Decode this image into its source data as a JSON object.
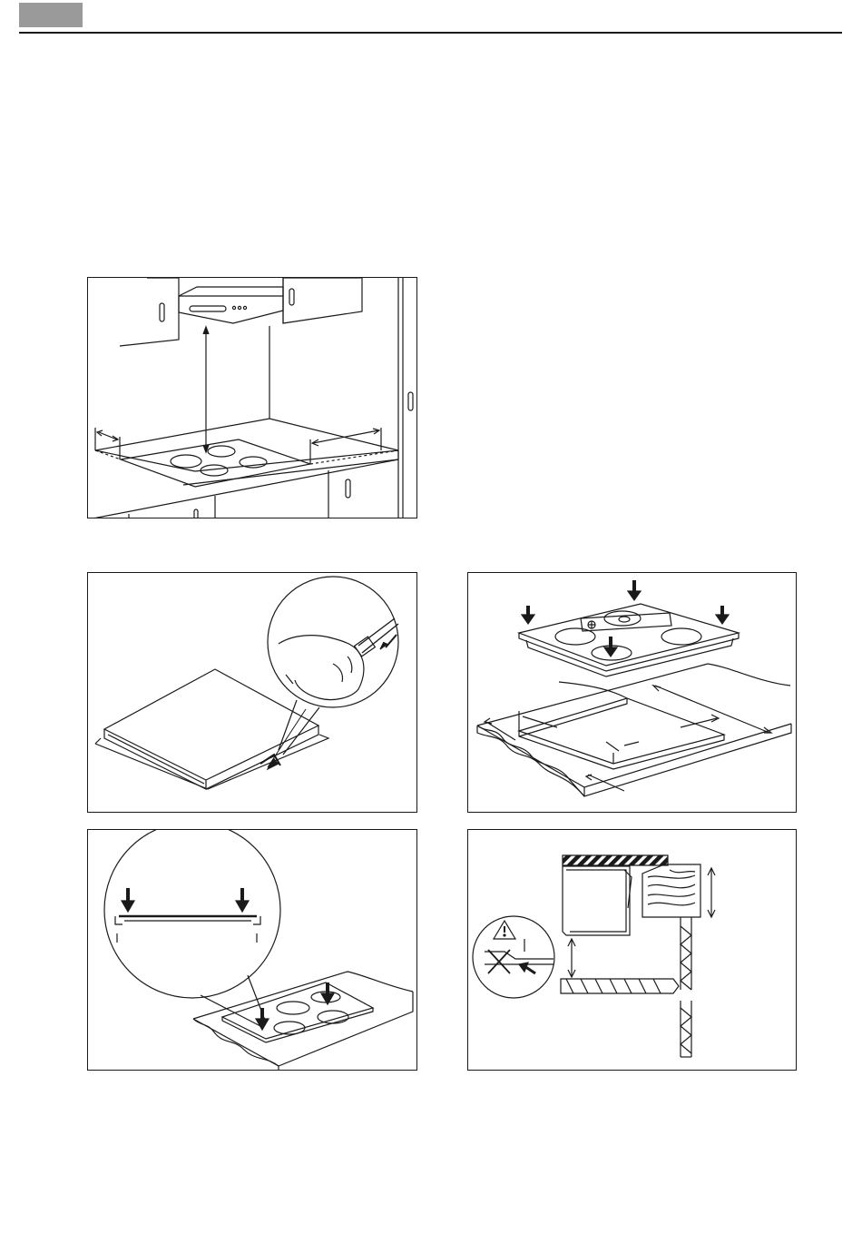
{
  "header": {
    "tab_color": "#9a9a9a",
    "rule_color": "#1a1a1a"
  },
  "figures": [
    {
      "id": "fig-cabinet-clearances",
      "depicts": [
        "wall-cabinet",
        "cooker-hood",
        "hob",
        "worktop",
        "clearance-arrows"
      ]
    },
    {
      "id": "fig-seal-application",
      "depicts": [
        "hob-underside",
        "sealing-strip",
        "hand",
        "detail-magnifier"
      ]
    },
    {
      "id": "fig-cutout-dimensions",
      "depicts": [
        "hob",
        "spirit-level",
        "press-arrows",
        "worktop-cutout",
        "dimension-arrows"
      ]
    },
    {
      "id": "fig-press-down",
      "depicts": [
        "hob-in-worktop",
        "press-arrows",
        "detail-magnifier"
      ]
    },
    {
      "id": "fig-side-section",
      "depicts": [
        "section-view",
        "wood-hatching",
        "warning-icon",
        "cross-icon",
        "dimension-arrows"
      ]
    }
  ]
}
